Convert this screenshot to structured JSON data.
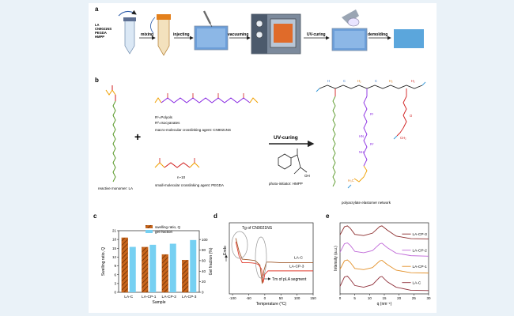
{
  "panel_a": {
    "letter": "a",
    "tube_label": [
      "LA",
      "CN9021NS",
      "PEGDA",
      "HMPP"
    ],
    "steps": [
      "mixing",
      "injecting",
      "vacuuming",
      "UV-curing",
      "demolding"
    ]
  },
  "panel_b": {
    "letter": "b",
    "plus": "+",
    "r1_line": "R¹=Polyols",
    "r2_line": "R²=Isocyanates",
    "macro_label": "macro-molecular crosslinking agent: CN9021NS",
    "n_label": "n~10",
    "small_label": "small-molecular crosslinking agent: PEGDA",
    "monomer_label": "reactive monomer: LA",
    "uv_label": "UV-curing",
    "oh_label": "OH",
    "initiator_label": "photo-initiator: HMPP",
    "network_label": "polyacrylate elastomer network",
    "network_atoms": {
      "H": "H",
      "C": "C",
      "H2": "H₂",
      "HN": "HN",
      "NH": "NH",
      "R1": "R¹",
      "R2": "R²",
      "O": "O",
      "CH2": "CH₂",
      "H3C": "H₃C"
    }
  },
  "panel_c": {
    "letter": "c",
    "colors": {
      "swelling": "#c8651b",
      "gel": "#76d0f2"
    },
    "chart_data": {
      "type": "bar",
      "categories": [
        "LA-C",
        "LA-CP-1",
        "LA-CP-2",
        "LA-CP-3"
      ],
      "series": [
        {
          "name": "swelling ratio, Q",
          "axis": "left",
          "values": [
            18.6,
            15.4,
            12.9,
            11.0
          ]
        },
        {
          "name": "gel fraction",
          "axis": "right",
          "values": [
            86,
            90,
            92,
            99
          ]
        }
      ],
      "xlabel": "Sample",
      "ylabel": "Swelling ratio, Q",
      "y2label": "Gel fraction (%)",
      "ylim": [
        0,
        21
      ],
      "y2lim": [
        0,
        116.7
      ],
      "yticks": [
        0,
        3,
        6,
        9,
        12,
        15,
        18,
        21
      ],
      "y2ticks": [
        0,
        20,
        40,
        60,
        80,
        100
      ]
    }
  },
  "panel_d": {
    "letter": "d",
    "tg_text": "Tg of CN9021NS",
    "tm_text": "Tm of pLA segment",
    "colors": {
      "LA-C": "#a05a2c",
      "LA-CP-3": "#e0392b"
    },
    "chart_data": {
      "type": "line",
      "xlabel": "Temperature (°C)",
      "ylabel": "Endo",
      "xlim": [
        -110,
        150
      ],
      "xticks": [
        -100,
        -50,
        0,
        50,
        100,
        150
      ],
      "series": [
        {
          "name": "LA-C",
          "x": [
            -90,
            -80,
            -70,
            -50,
            -30,
            -15,
            -8,
            -3,
            5,
            20,
            50,
            100,
            150
          ],
          "y": [
            2.3,
            1.2,
            0.5,
            0.45,
            0.38,
            0.0,
            -1.6,
            -0.5,
            0.25,
            0.25,
            0.2,
            0.2,
            0.2
          ]
        },
        {
          "name": "LA-CP-3",
          "x": [
            -90,
            -80,
            -70,
            -50,
            -40,
            -30,
            -20,
            -10,
            -5,
            0,
            10,
            30,
            70,
            100,
            150
          ],
          "y": [
            2.0,
            0.8,
            0.2,
            0.2,
            0.18,
            0.15,
            0.05,
            -0.35,
            -1.5,
            -0.8,
            -0.5,
            -0.5,
            -0.5,
            -0.5,
            -0.5
          ]
        }
      ]
    }
  },
  "panel_e": {
    "letter": "e",
    "colors": {
      "LA-CP-3": "#8a2a2a",
      "LA-CP-2": "#c06ad8",
      "LA-CP-1": "#e39028",
      "LA-C": "#8f2f3a"
    },
    "chart_data": {
      "type": "line",
      "xlabel": "q (nm⁻¹)",
      "ylabel": "Intensity (a.u.)",
      "xlim": [
        0,
        30
      ],
      "xticks": [
        0,
        5,
        10,
        15,
        20,
        25,
        30
      ],
      "series": [
        {
          "name": "LA-CP-3",
          "x": [
            0,
            1.5,
            2.5,
            3.5,
            5,
            8,
            11,
            13.5,
            14.2,
            16,
            19,
            24,
            30
          ],
          "y": [
            0.52,
            1.0,
            1.05,
            0.9,
            0.55,
            0.48,
            0.62,
            1.02,
            1.05,
            0.8,
            0.45,
            0.3,
            0.28
          ]
        },
        {
          "name": "LA-CP-2",
          "x": [
            0,
            1.5,
            2.5,
            3.5,
            5,
            8,
            11,
            13.5,
            14.2,
            16,
            19,
            24,
            30
          ],
          "y": [
            0.45,
            0.95,
            1.0,
            0.85,
            0.5,
            0.42,
            0.55,
            0.95,
            0.98,
            0.72,
            0.4,
            0.25,
            0.22
          ]
        },
        {
          "name": "LA-CP-1",
          "x": [
            0,
            1.5,
            2.5,
            3.5,
            5,
            8,
            11,
            13.5,
            14.2,
            16,
            19,
            24,
            30
          ],
          "y": [
            0.4,
            0.9,
            0.95,
            0.8,
            0.45,
            0.38,
            0.5,
            0.9,
            0.93,
            0.68,
            0.35,
            0.2,
            0.18
          ]
        },
        {
          "name": "LA-C",
          "x": [
            0,
            1.5,
            2.5,
            3.5,
            5,
            8,
            11,
            13.5,
            14.2,
            16,
            19,
            24,
            30
          ],
          "y": [
            0.35,
            0.9,
            0.95,
            0.75,
            0.4,
            0.3,
            0.45,
            0.9,
            0.93,
            0.62,
            0.3,
            0.12,
            0.1
          ]
        }
      ]
    }
  }
}
